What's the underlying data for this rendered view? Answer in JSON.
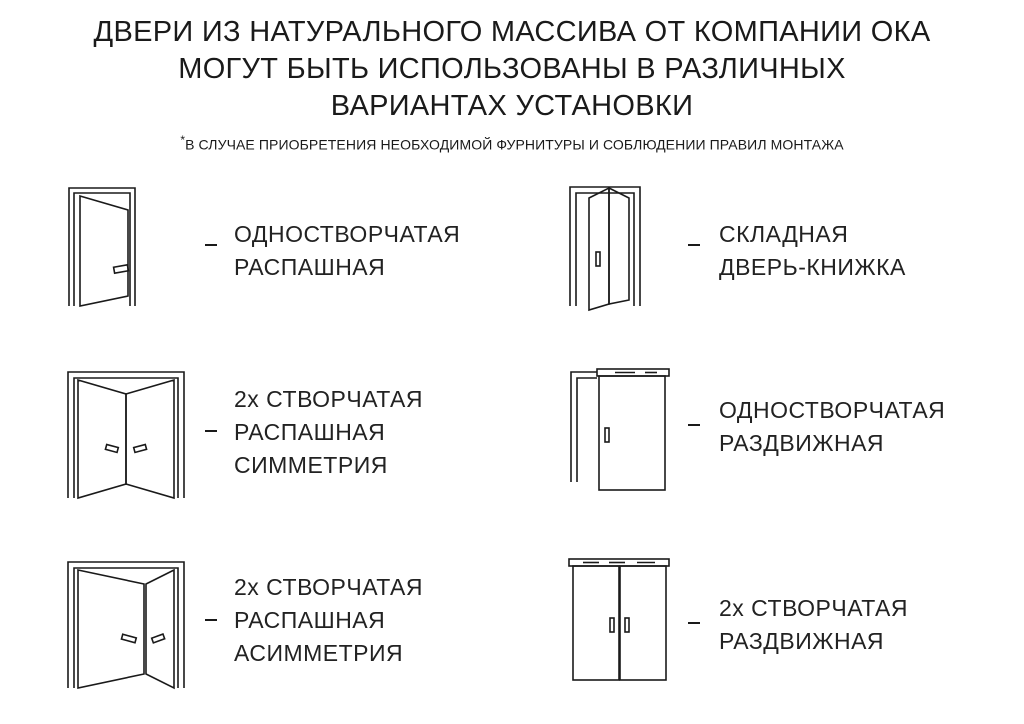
{
  "header": {
    "title_lines": [
      "ДВЕРИ ИЗ НАТУРАЛЬНОГО МАССИВА ОТ КОМПАНИИ ОКА",
      "МОГУТ БЫТЬ ИСПОЛЬЗОВАНЫ В РАЗЛИЧНЫХ",
      "ВАРИАНТАХ УСТАНОВКИ"
    ],
    "footnote_mark": "*",
    "footnote": "В СЛУЧАЕ ПРИОБРЕТЕНИЯ НЕОБХОДИМОЙ ФУРНИТУРЫ И СОБЛЮДЕНИИ ПРАВИЛ МОНТАЖА"
  },
  "options": [
    {
      "icon": "single-swing-door-icon",
      "lines": [
        "ОДНОСТВОРЧАТАЯ",
        "РАСПАШНАЯ"
      ]
    },
    {
      "icon": "folding-door-icon",
      "lines": [
        "СКЛАДНАЯ",
        "ДВЕРЬ-КНИЖКА"
      ]
    },
    {
      "icon": "double-swing-symmetric-door-icon",
      "lines": [
        "2х СТВОРЧАТАЯ",
        "РАСПАШНАЯ",
        "СИММЕТРИЯ"
      ]
    },
    {
      "icon": "single-sliding-door-icon",
      "lines": [
        "ОДНОСТВОРЧАТАЯ",
        "РАЗДВИЖНАЯ"
      ]
    },
    {
      "icon": "double-swing-asymmetric-door-icon",
      "lines": [
        "2х СТВОРЧАТАЯ",
        "РАСПАШНАЯ",
        "АСИММЕТРИЯ"
      ]
    },
    {
      "icon": "double-sliding-door-icon",
      "lines": [
        "2х СТВОРЧАТАЯ",
        "РАЗДВИЖНАЯ"
      ]
    }
  ]
}
